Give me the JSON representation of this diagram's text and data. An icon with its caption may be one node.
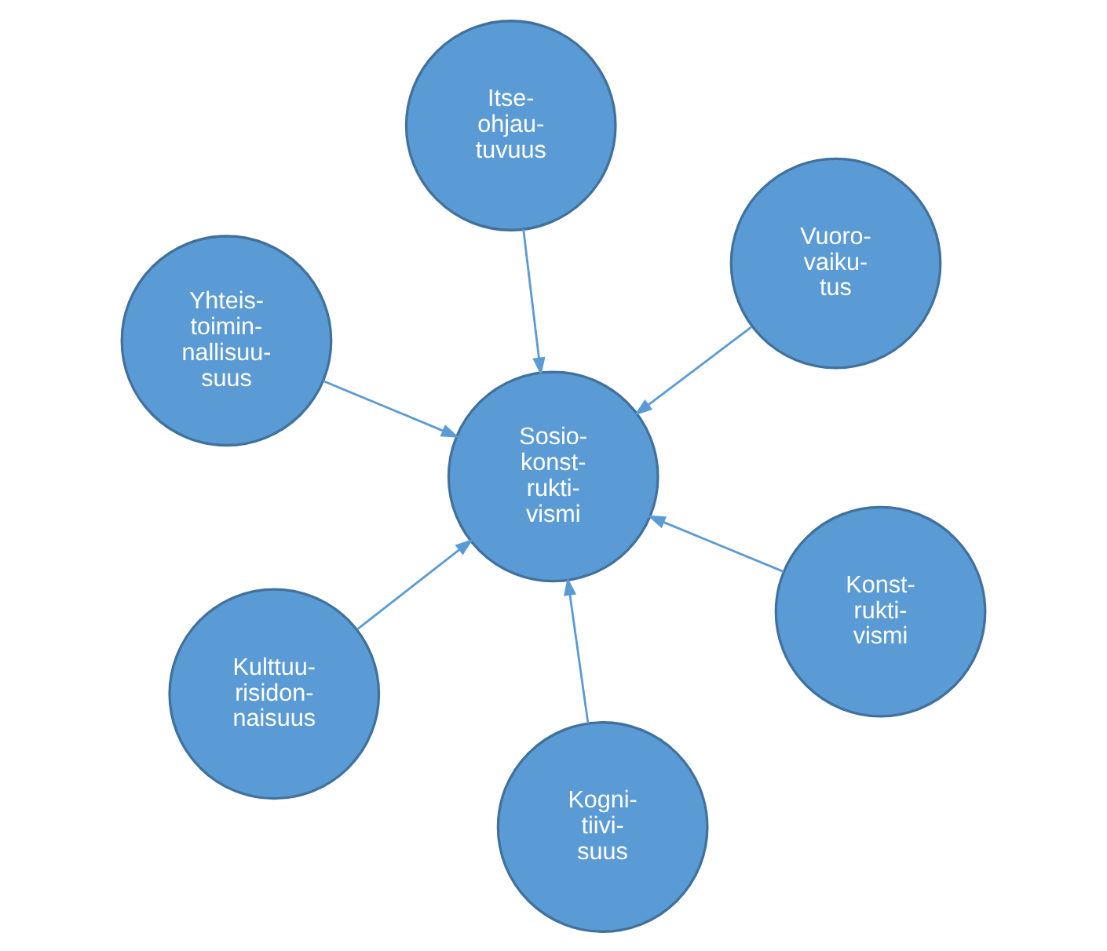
{
  "diagram": {
    "nodes": [
      {
        "text": [
          "Yhteis- toimin- nallisuu- suus"
        ]
      },
      {
        "text": [
          "Konst- rukti- vismi"
        ]
      },
      {
        "text": [
          "Kogni- tiivi- suus"
        ]
      },
      {
        "text": [
          "Sosio- konst- rukti- vismi"
        ]
      },
      {
        "text": [
          "Vuoro- vaiku- tus"
        ]
      },
      {
        "text": [
          "Itse- ohjau- tuvuus"
        ]
      },
      {
        "text": [
          "Kulttuu- risidon- naisuus"
        ]
      }
    ],
    "edges": [
      {
        "from": 0,
        "to": 3,
        "arrow": "to"
      },
      {
        "from": 1,
        "to": 3,
        "arrow": "to"
      },
      {
        "from": 2,
        "to": 3,
        "arrow": "to"
      },
      {
        "from": 4,
        "to": 3,
        "arrow": "to"
      },
      {
        "from": 5,
        "to": 3,
        "arrow": "to"
      },
      {
        "from": 6,
        "to": 3,
        "arrow": "to"
      }
    ]
  }
}
